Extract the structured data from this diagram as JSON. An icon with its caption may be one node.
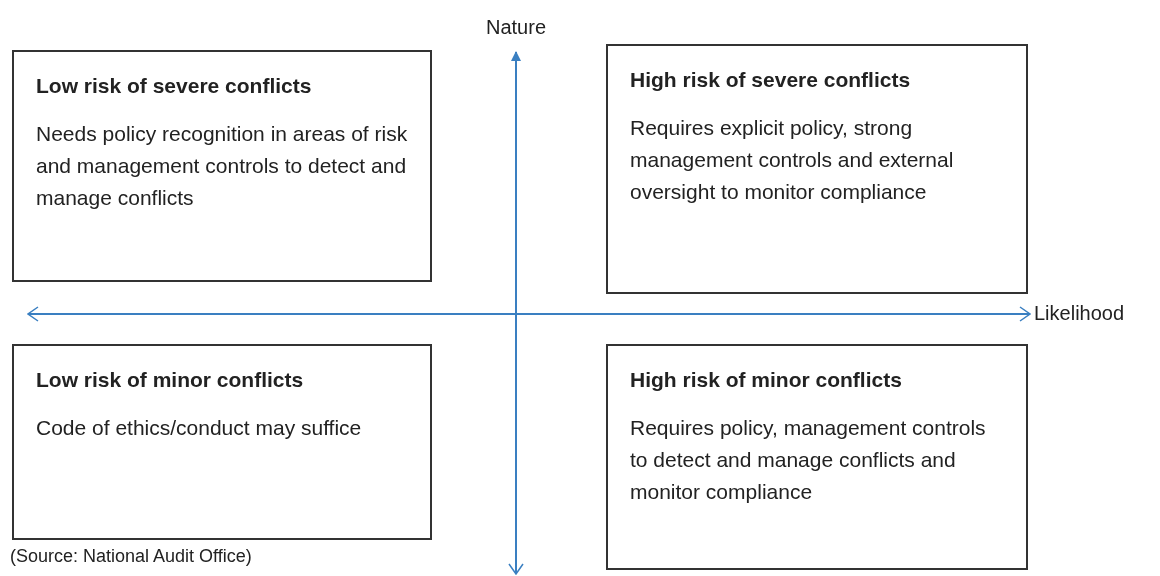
{
  "diagram": {
    "caption": "(Source:  National Audit Office)",
    "nodes": [
      {
        "text": [
          "Low risk of severe conflicts",
          "Needs policy recognition in areas of risk and management controls to detect and manage conflicts"
        ]
      },
      {
        "text": [
          "High risk of severe conflicts",
          "Requires explicit policy, strong management controls and external oversight to monitor compliance"
        ]
      },
      {
        "text": [
          "Low risk of minor conflicts",
          "Code of ethics/conduct may suffice"
        ]
      },
      {
        "text": [
          "High risk of minor conflicts",
          "Requires policy, management controls to detect and manage conflicts and monitor compliance"
        ]
      }
    ],
    "labels": [
      "Nature",
      "Likelihood"
    ]
  }
}
